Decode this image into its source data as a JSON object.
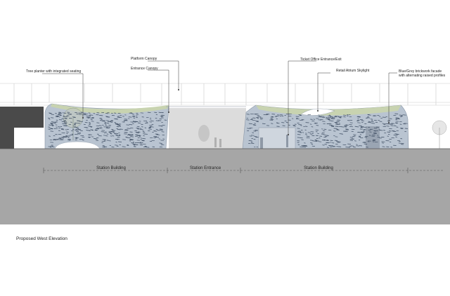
{
  "drawing": {
    "caption": "Proposed West Elevation",
    "annotations": {
      "tree_planter": "Tree planter with integrated seating",
      "platform_canopy": "Platform Canopy",
      "entrance_canopy": "Entrance Canopy",
      "ticket_office": "Ticket Office Entrance/Exit",
      "retail_atrium": "Retail Atrium Skylight",
      "brickwork": "Blue/Grey brickwork facade with alternating raised profiles"
    },
    "segments": [
      "Station Building",
      "Station Entrance",
      "Station Building"
    ],
    "colors": {
      "ground": "#a6a6a6",
      "facade": "#b9c4d1",
      "brick_mark": "#3f4e63",
      "roof_green": "#c8d3b0",
      "entrance_bg": "#dcdcdc"
    }
  }
}
